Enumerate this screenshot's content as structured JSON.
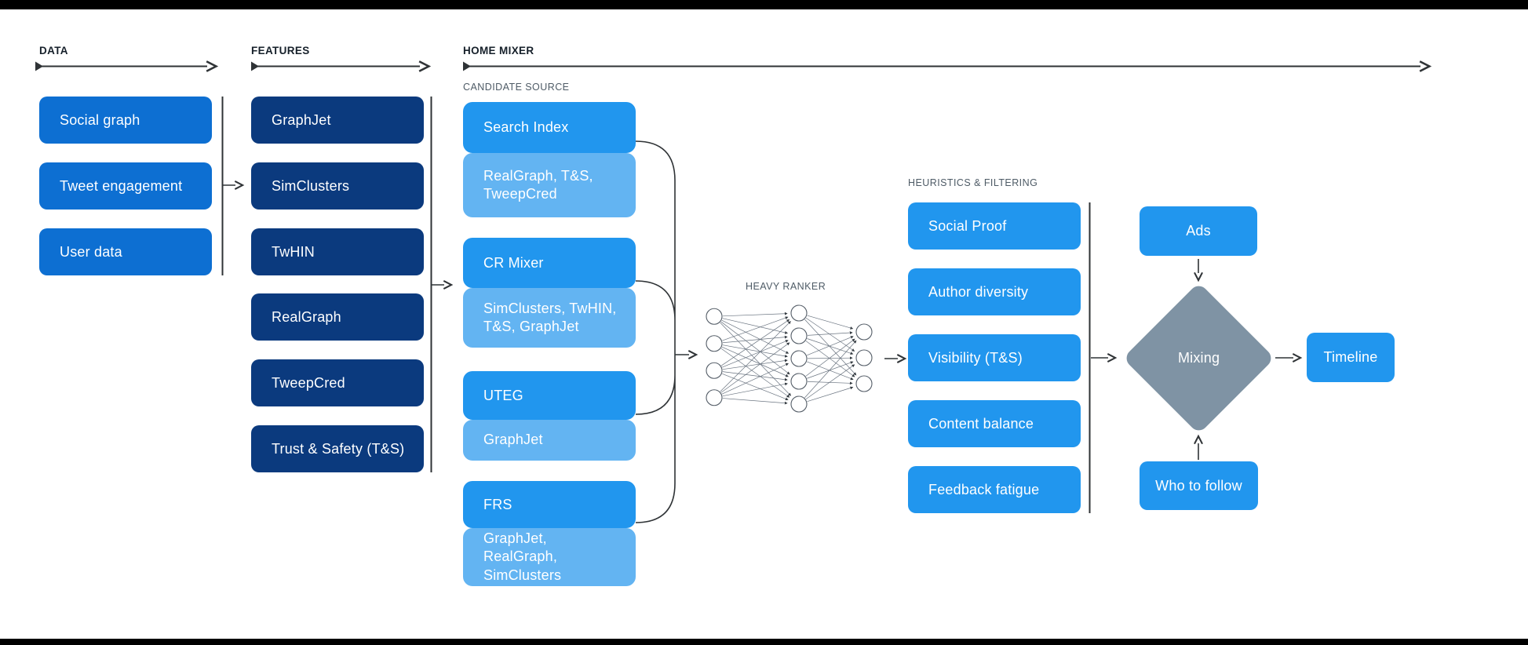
{
  "colors": {
    "data_box": "#0d6fd2",
    "feature_box": "#0b3a7e",
    "source_primary": "#2196ee",
    "source_secondary": "#63b4f2",
    "heuristic_box": "#2196ee",
    "output_box": "#2196ee",
    "mixing_diamond": "#7f93a4",
    "connector": "#2f3336"
  },
  "sections": {
    "data": {
      "label": "DATA",
      "items": [
        "Social graph",
        "Tweet engagement",
        "User data"
      ]
    },
    "features": {
      "label": "FEATURES",
      "items": [
        "GraphJet",
        "SimClusters",
        "TwHIN",
        "RealGraph",
        "TweepCred",
        "Trust & Safety (T&S)"
      ]
    },
    "home_mixer": {
      "label": "HOME MIXER",
      "candidate_source": {
        "label": "CANDIDATE SOURCE",
        "groups": [
          {
            "name": "Search Index",
            "sources": "RealGraph, T&S, TweepCred"
          },
          {
            "name": "CR Mixer",
            "sources": "SimClusters, TwHIN, T&S, GraphJet"
          },
          {
            "name": "UTEG",
            "sources": "GraphJet"
          },
          {
            "name": "FRS",
            "sources": "GraphJet, RealGraph, SimClusters"
          }
        ]
      },
      "heavy_ranker": {
        "label": "HEAVY RANKER",
        "network_layers": [
          4,
          5,
          3
        ]
      },
      "heuristics_filtering": {
        "label": "HEURISTICS & FILTERING",
        "items": [
          "Social Proof",
          "Author diversity",
          "Visibility (T&S)",
          "Content balance",
          "Feedback fatigue"
        ]
      },
      "mixing": {
        "label": "Mixing",
        "ads": "Ads",
        "who_to_follow": "Who to follow",
        "timeline": "Timeline"
      }
    }
  }
}
